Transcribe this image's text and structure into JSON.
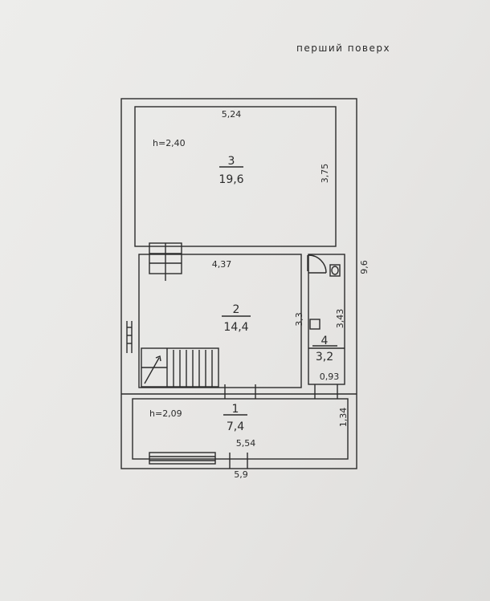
{
  "title": "перший поверх",
  "rooms": [
    {
      "number": "1",
      "area": "7,4",
      "height": "h=2,09"
    },
    {
      "number": "2",
      "area": "14,4"
    },
    {
      "number": "3",
      "area": "19,6",
      "height": "h=2,40"
    },
    {
      "number": "4",
      "area": "3,2"
    }
  ],
  "dimensions": {
    "room3_width": "5,24",
    "room3_depth": "3,75",
    "room2_width": "4,37",
    "room2_depth": "3,3",
    "room4_depth": "3,43",
    "room4_width": "0,93",
    "room1_depth": "1,34",
    "room1_width": "5,54",
    "total_width": "5,9",
    "total_length": "9,6"
  }
}
